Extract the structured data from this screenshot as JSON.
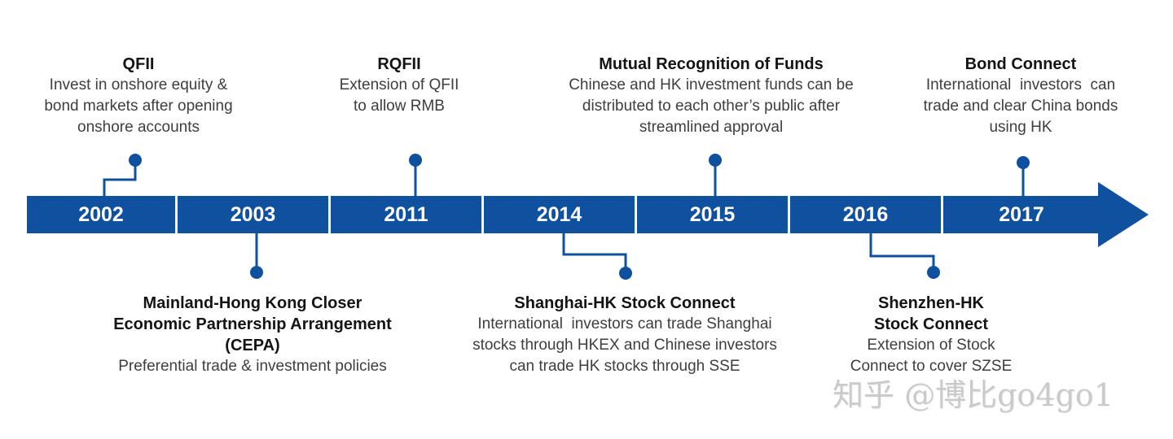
{
  "colors": {
    "timeline_blue": "#0f509f",
    "title_black": "#141414",
    "body_gray": "#3e3e3e",
    "watermark_gray": "#c6c6c6"
  },
  "timeline": {
    "years": [
      "2002",
      "2003",
      "2011",
      "2014",
      "2015",
      "2016",
      "2017"
    ]
  },
  "events_top": [
    {
      "year": "2002",
      "title": "QFII",
      "lines": [
        "Invest in onshore equity &",
        "bond markets after opening",
        "onshore accounts"
      ]
    },
    {
      "year": "2011",
      "title": "RQFII",
      "lines": [
        "Extension of QFII",
        "to allow RMB"
      ]
    },
    {
      "year": "2015",
      "title": "Mutual Recognition of Funds",
      "lines": [
        "Chinese and HK investment funds can be",
        "distributed to each other’s public after",
        "streamlined approval"
      ]
    },
    {
      "year": "2017",
      "title": "Bond Connect",
      "lines": [
        "International  investors  can",
        "trade and clear China bonds",
        "using HK"
      ]
    }
  ],
  "events_bottom": [
    {
      "year": "2003",
      "title_lines": [
        "Mainland-Hong Kong Closer",
        "Economic Partnership Arrangement",
        "(CEPA)"
      ],
      "lines": [
        "Preferential trade & investment policies"
      ]
    },
    {
      "year": "2014",
      "title_lines": [
        "Shanghai-HK Stock Connect"
      ],
      "lines": [
        "International  investors can trade Shanghai",
        "stocks through HKEX and Chinese investors",
        "can trade HK stocks through SSE"
      ]
    },
    {
      "year": "2016",
      "title_lines": [
        "Shenzhen-HK",
        "Stock Connect"
      ],
      "lines": [
        "Extension of Stock",
        "Connect to cover SZSE"
      ]
    }
  ],
  "watermark": "知乎 @博比go4go1"
}
